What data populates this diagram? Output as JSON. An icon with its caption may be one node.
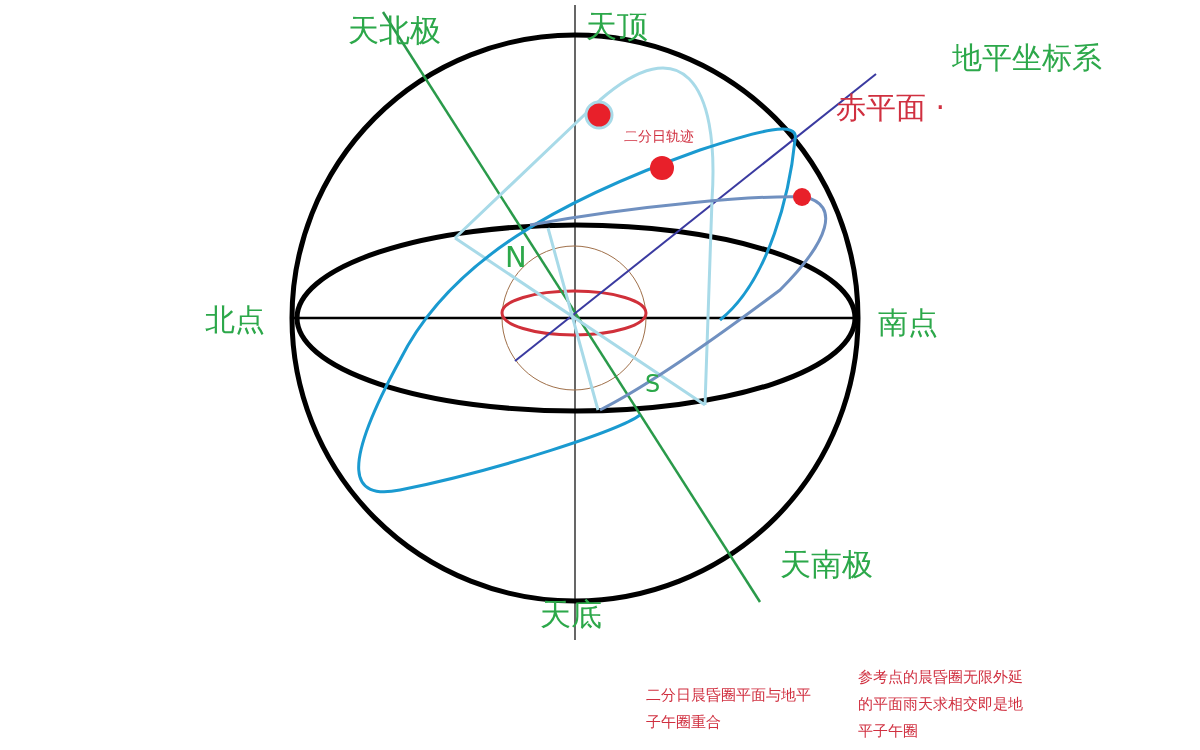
{
  "diagram": {
    "labels": [
      "天北极",
      "天顶",
      "地平坐标系",
      "赤平面 ·",
      "二分日轨迹",
      "N",
      "北点",
      "南点",
      "S",
      "天南极",
      "天底",
      "二分日晨昏圈平面与地平子午圈重合",
      "参考点的晨昏圈无限外延的平面雨天求相交即是地平子午圈"
    ]
  }
}
